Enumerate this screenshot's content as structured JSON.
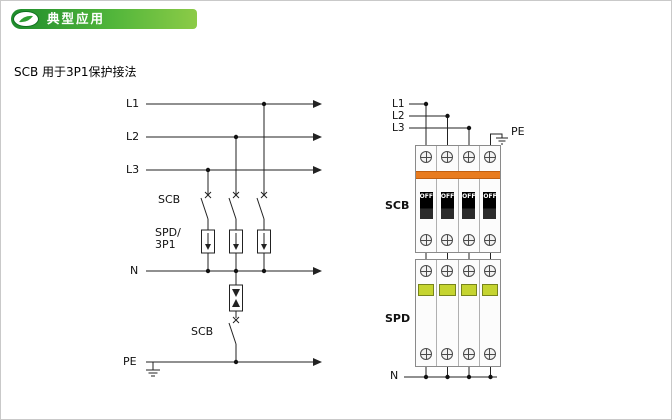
{
  "header": {
    "title": "典型应用"
  },
  "subtitle": "SCB 用于3P1保护接法",
  "schematic": {
    "l1": "L1",
    "l2": "L2",
    "l3": "L3",
    "n": "N",
    "pe": "PE",
    "scb_upper": "SCB",
    "spd_3p1": "SPD/\n3P1",
    "scb_lower": "SCB"
  },
  "device": {
    "l1": "L1",
    "l2": "L2",
    "l3": "L3",
    "pe": "PE",
    "n": "N",
    "scb": "SCB",
    "spd": "SPD",
    "off": "OFF",
    "colors": {
      "stripe_orange": "#e87b1e",
      "indicator_green": "#c5d430",
      "banner_green": "#2f9e33"
    }
  }
}
